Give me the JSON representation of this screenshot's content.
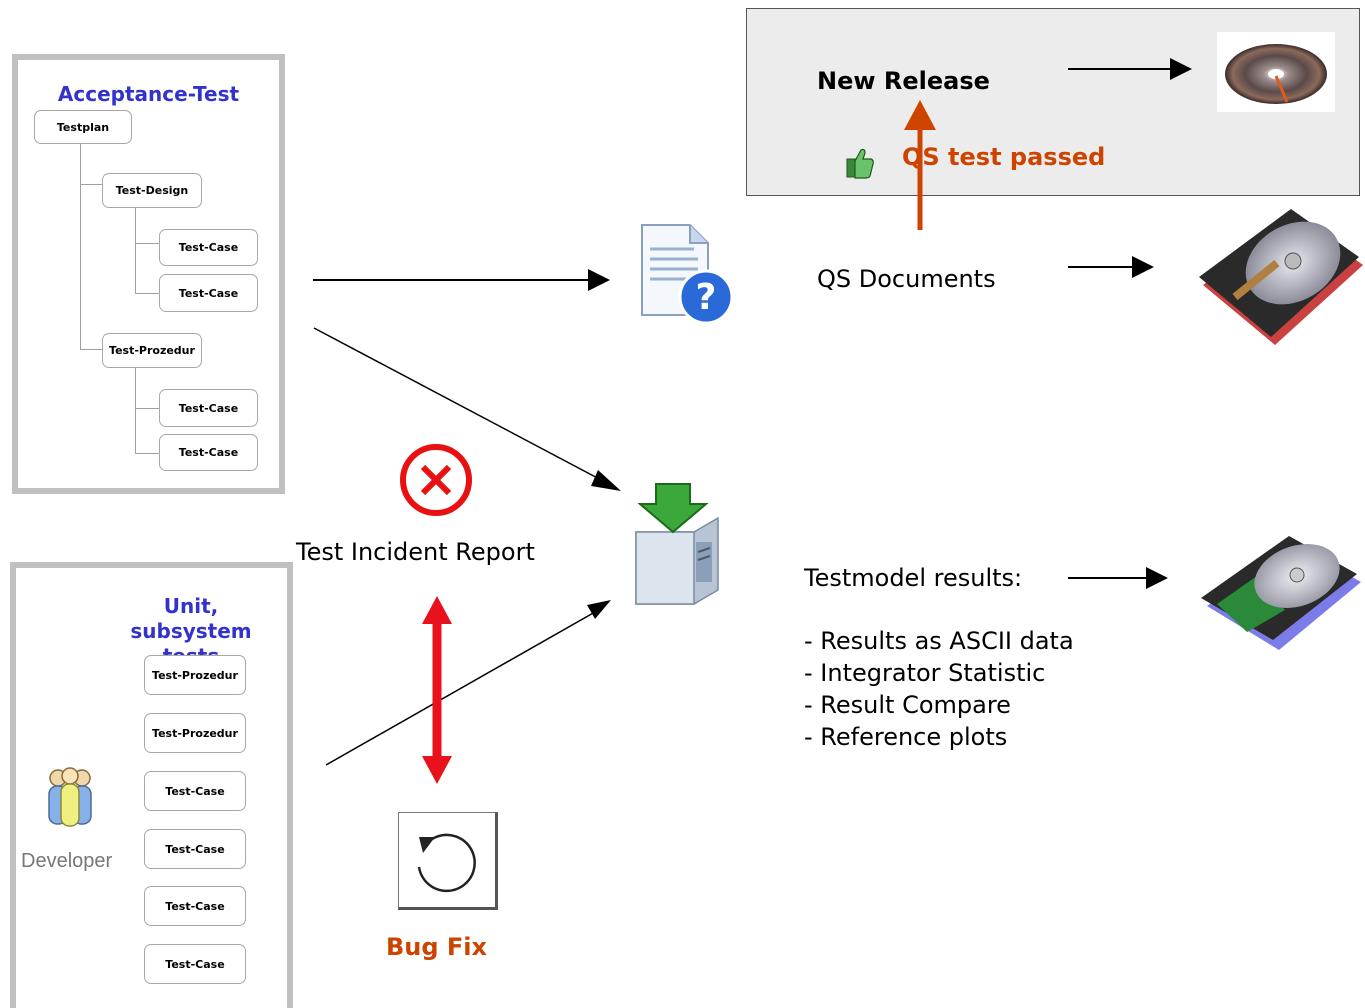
{
  "acceptance": {
    "title": "Acceptance-Test",
    "testplan": "Testplan",
    "test_design": "Test-Design",
    "test_prozedur": "Test-Prozedur",
    "design_cases": [
      "Test-Case",
      "Test-Case"
    ],
    "prozedur_cases": [
      "Test-Case",
      "Test-Case"
    ]
  },
  "unit": {
    "title": "Unit, subsystem tests",
    "items": [
      "Test-Prozedur",
      "Test-Prozedur",
      "Test-Case",
      "Test-Case",
      "Test-Case",
      "Test-Case"
    ],
    "developer_label": "Developer"
  },
  "release": {
    "title": "New Release",
    "qs_passed": "QS test passed"
  },
  "qs_documents": "QS Documents",
  "incident": {
    "label": "Test Incident Report"
  },
  "bug_fix": "Bug Fix",
  "results": {
    "heading": "Testmodel results:",
    "items": [
      "- Results as ASCII data",
      "- Integrator Statistic",
      "- Result Compare",
      "- Reference plots"
    ]
  },
  "colors": {
    "panel_title": "#3333cc",
    "highlight": "#cc4400",
    "bidirectional_arrow": "#e8121c",
    "panel_border": "#c0c0c0",
    "release_box": "#ececec"
  }
}
